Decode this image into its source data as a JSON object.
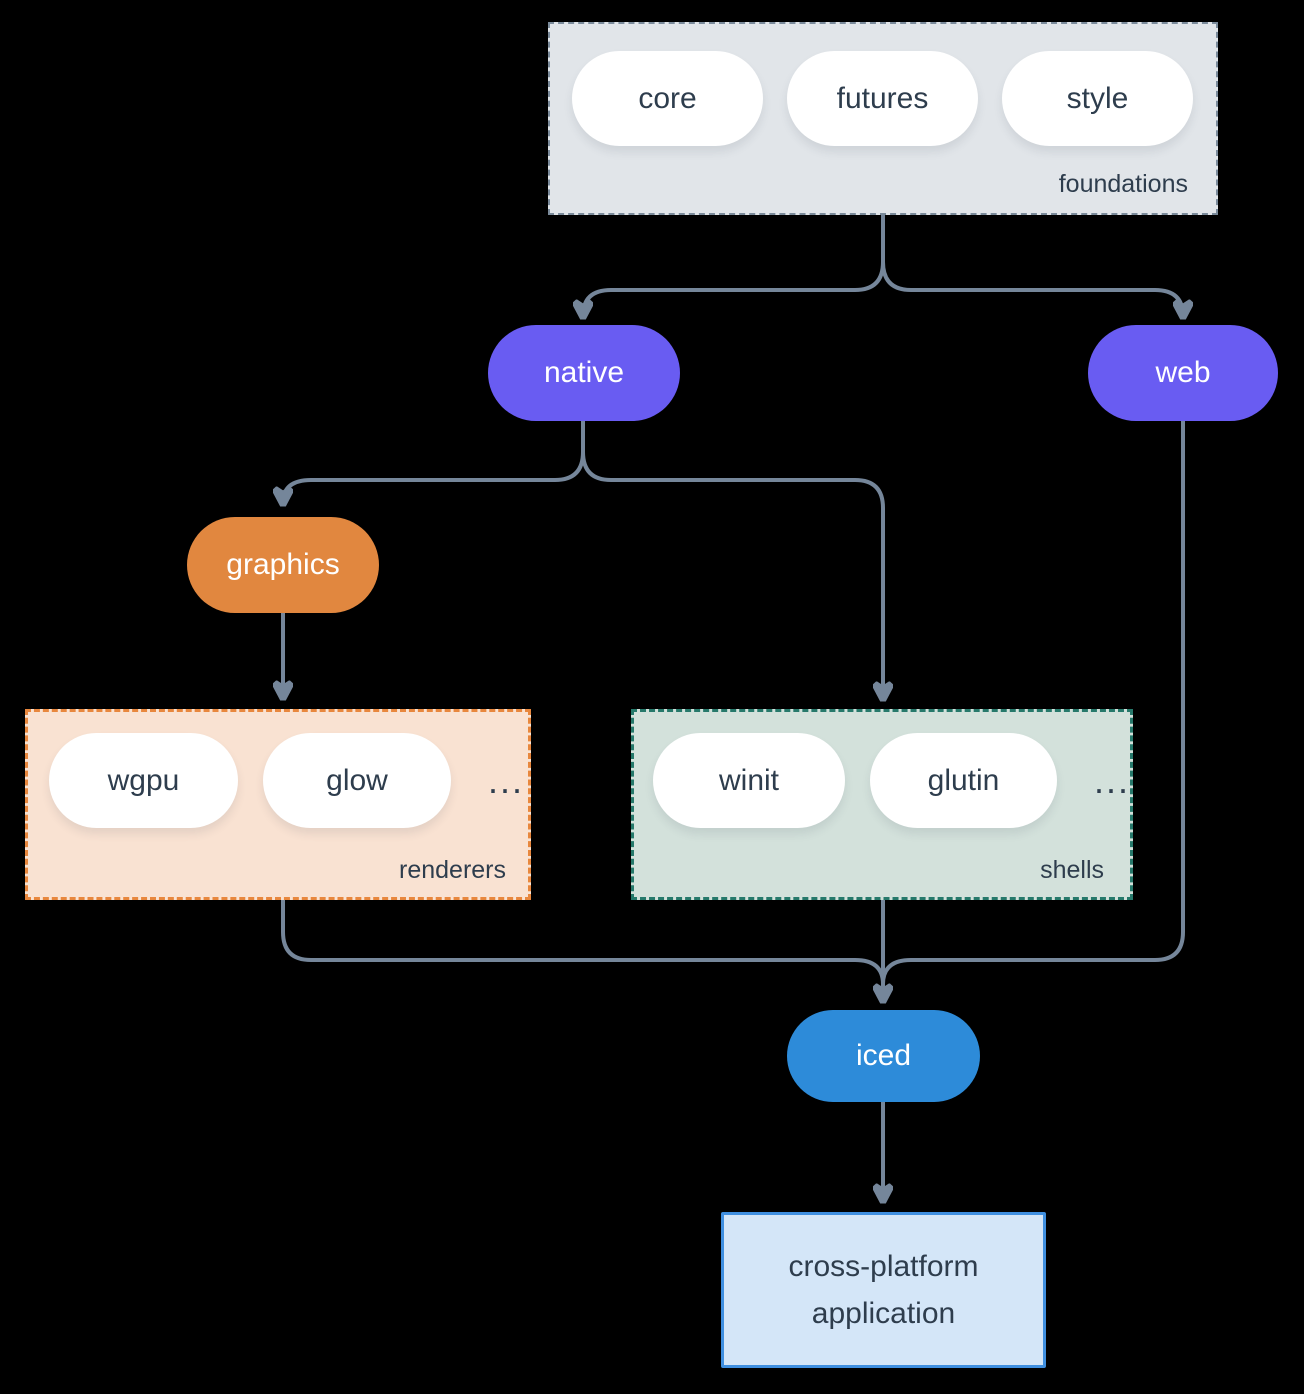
{
  "colors": {
    "background": "#000000",
    "arrow": "#75869a",
    "foundations_bg": "#e1e5e9",
    "foundations_border": "#7b8b9b",
    "white_pill_bg": "#ffffff",
    "dark_text": "#2e3d4d",
    "accent_purple": "#695cf2",
    "accent_orange": "#e1873f",
    "accent_blue": "#2d8bd9",
    "renderers_bg": "#f9e2d2",
    "renderers_border": "#e8873d",
    "shells_bg": "#d3e1db",
    "shells_border": "#26796b",
    "application_bg": "#d4e6f8",
    "application_border": "#3f8fe0"
  },
  "nodes": {
    "foundations": {
      "label": "foundations",
      "pills": [
        "core",
        "futures",
        "style"
      ]
    },
    "native": {
      "label": "native"
    },
    "web": {
      "label": "web"
    },
    "graphics": {
      "label": "graphics"
    },
    "renderers": {
      "label": "renderers",
      "pills": [
        "wgpu",
        "glow"
      ],
      "ellipsis": "..."
    },
    "shells": {
      "label": "shells",
      "pills": [
        "winit",
        "glutin"
      ],
      "ellipsis": "..."
    },
    "iced": {
      "label": "iced"
    },
    "application": {
      "label": "cross-platform application"
    }
  }
}
